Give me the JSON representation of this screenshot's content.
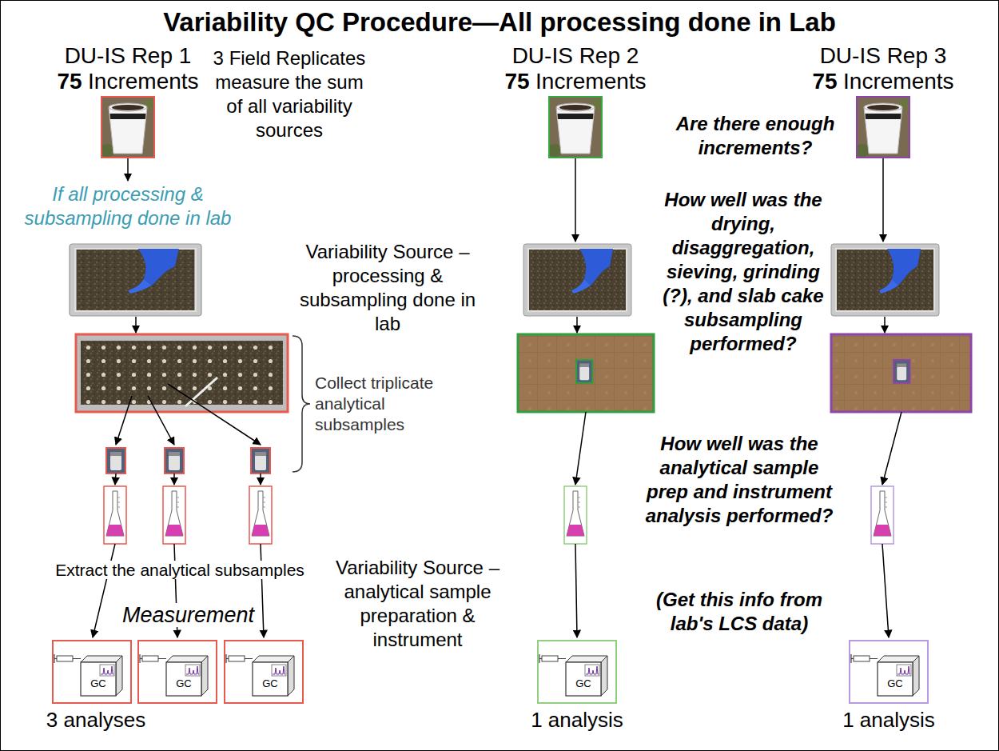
{
  "diagram": {
    "title": "Variability QC Procedure—All processing done in Lab",
    "nodes": [
      {
        "text": [
          "DU-IS Rep 1",
          "75",
          "Increments"
        ]
      },
      {
        "text": [
          "DU-IS Rep 2",
          "75",
          "Increments"
        ]
      },
      {
        "text": [
          "DU-IS Rep 3",
          "75",
          "Increments"
        ]
      },
      {
        "text": [
          "GC"
        ]
      },
      {
        "text": [
          "GC"
        ]
      },
      {
        "text": [
          "GC"
        ]
      },
      {
        "text": [
          "GC"
        ]
      },
      {
        "text": [
          "GC"
        ]
      }
    ],
    "labels": [
      "3 Field Replicates measure the sum of all variability sources",
      "Are there enough increments?",
      "If all processing & subsampling done in lab",
      "Variability Source – processing & subsampling done in lab",
      "How well was the drying, disaggregation, sieving, grinding (?), and slab cake subsampling performed?",
      "Collect triplicate analytical subsamples",
      "Extract the analytical subsamples",
      "Variability Source – analytical sample preparation & instrument",
      "How well was the analytical sample prep and instrument analysis performed?",
      "(Get this info from lab's LCS data)",
      "Measurement",
      "3 analyses",
      "1 analysis",
      "1 analysis"
    ]
  }
}
